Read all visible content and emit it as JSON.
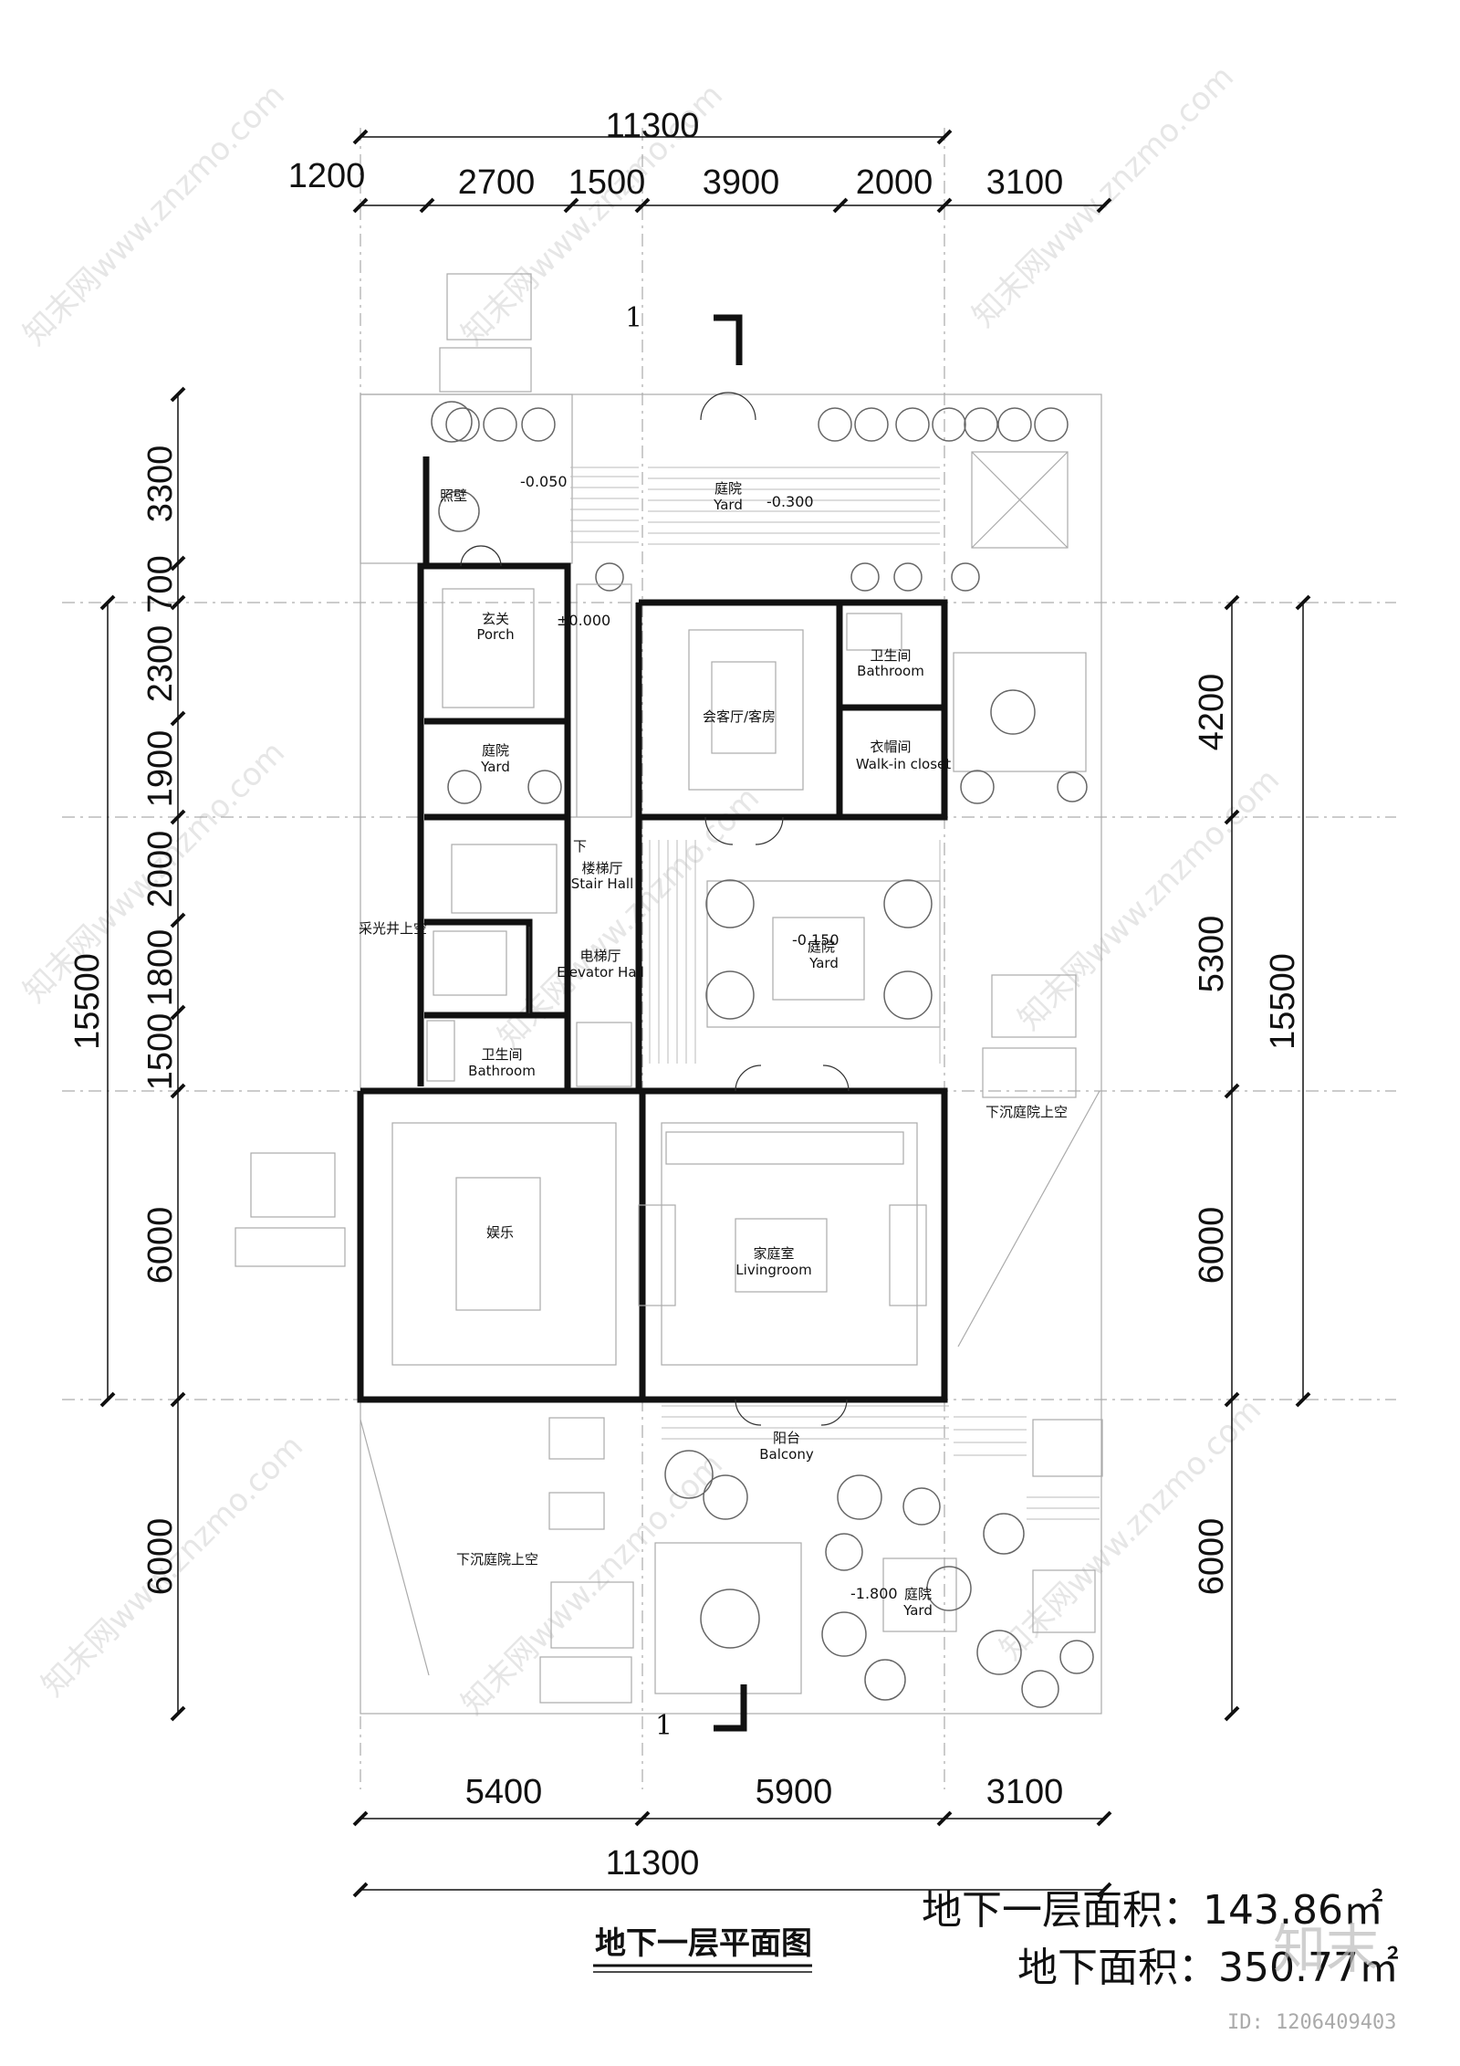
{
  "dimensions": {
    "top_total": "11300",
    "top_segments": [
      "1200",
      "2700",
      "1500",
      "3900",
      "2000",
      "3100"
    ],
    "bottom_segments": [
      "5400",
      "5900",
      "3100"
    ],
    "bottom_total": "11300",
    "left_segments": [
      "3300",
      "700",
      "2300",
      "1900",
      "2000",
      "1800",
      "1500",
      "6000",
      "6000"
    ],
    "left_total": "15500",
    "right_segments": [
      "4200",
      "5300",
      "6000",
      "6000"
    ],
    "right_total": "15500"
  },
  "section_marks": [
    "1",
    "1"
  ],
  "rooms": {
    "screen_wall": "照壁",
    "yard_top_cn": "庭院",
    "yard_top_en": "Yard",
    "porch_cn": "玄关",
    "porch_en": "Porch",
    "yard_left_cn": "庭院",
    "yard_left_en": "Yard",
    "guest_room": "会客厅/客房",
    "bathroom_top_cn": "卫生间",
    "bathroom_top_en": "Bathroom",
    "closet_cn": "衣帽间",
    "closet_en": "Walk-in closet",
    "stair_down": "下",
    "stair_cn": "楼梯厅",
    "stair_en": "Stair Hall",
    "light_well": "采光井上空",
    "elevator_cn": "电梯厅",
    "elevator_en": "Elevator Hall",
    "yard_mid_cn": "庭院",
    "yard_mid_en": "Yard",
    "bathroom_low_cn": "卫生间",
    "bathroom_low_en": "Bathroom",
    "sunken_right": "下沉庭院上空",
    "entertainment": "娱乐",
    "family_cn": "家庭室",
    "family_en": "Livingroom",
    "balcony_cn": "阳台",
    "balcony_en": "Balcony",
    "sunken_left": "下沉庭院上空",
    "yard_low_cn": "庭院",
    "yard_low_en": "Yard"
  },
  "levels": {
    "screen": "-0.050",
    "yard_top": "-0.300",
    "porch": "±0.000",
    "yard_mid": "-0.150",
    "yard_low": "-1.800"
  },
  "title": "地下一层平面图",
  "area_b1": "地下一层面积：143.86㎡",
  "area_total": "地下面积：350.77㎡",
  "logo_text": "知末",
  "image_id": "ID: 1206409403",
  "watermark_text": "知末网www.znzmo.com"
}
